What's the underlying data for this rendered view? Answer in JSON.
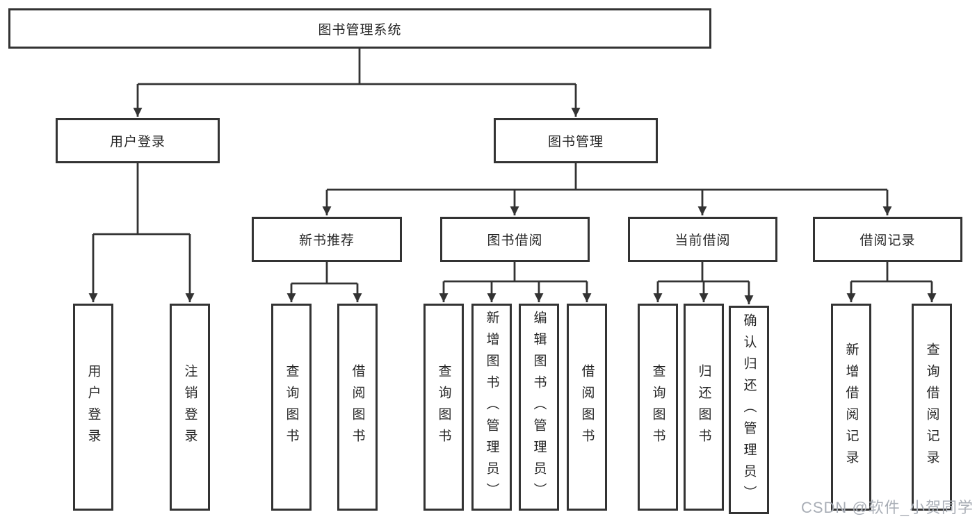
{
  "tree": {
    "root": {
      "label": "图书管理系统",
      "children": [
        {
          "label": "用户登录",
          "children": [
            {
              "label": "用户登录"
            },
            {
              "label": "注销登录"
            }
          ]
        },
        {
          "label": "图书管理",
          "children": [
            {
              "label": "新书推荐",
              "children": [
                {
                  "label": "查询图书"
                },
                {
                  "label": "借阅图书"
                }
              ]
            },
            {
              "label": "图书借阅",
              "children": [
                {
                  "label": "查询图书"
                },
                {
                  "label": "新增图书（管理员）"
                },
                {
                  "label": "编辑图书（管理员）"
                },
                {
                  "label": "借阅图书"
                }
              ]
            },
            {
              "label": "当前借阅",
              "children": [
                {
                  "label": "查询图书"
                },
                {
                  "label": "归还图书"
                },
                {
                  "label": "确认归还（管理员）"
                }
              ]
            },
            {
              "label": "借阅记录",
              "children": [
                {
                  "label": "新增借阅记录"
                },
                {
                  "label": "查询借阅记录"
                }
              ]
            }
          ]
        }
      ]
    }
  },
  "watermark": "CSDN @软件_小贺同学",
  "colors": {
    "line": "#333333",
    "text": "#262626",
    "background": "#ffffff",
    "watermark": "#a9aeb6"
  }
}
